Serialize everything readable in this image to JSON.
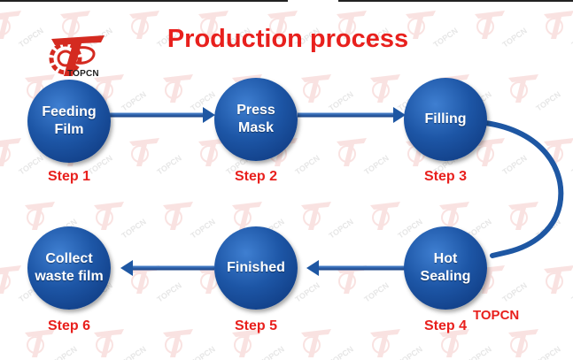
{
  "title": "Production process",
  "logo": {
    "text": "TOPCN"
  },
  "watermark": {
    "text": "TOPCN"
  },
  "steps": [
    {
      "label": "Feeding\nFilm",
      "caption": "Step 1"
    },
    {
      "label": "Press\nMask",
      "caption": "Step 2"
    },
    {
      "label": "Filling",
      "caption": "Step 3"
    },
    {
      "label": "Hot\nSealing",
      "caption": "Step 4"
    },
    {
      "label": "Finished",
      "caption": "Step 5"
    },
    {
      "label": "Collect\nwaste film",
      "caption": "Step 6"
    }
  ],
  "brand_label": "TOPCN",
  "colors": {
    "accent_red": "#e8201d",
    "circle_blue": "#1d56a6",
    "arrow_blue": "#1e57a3"
  }
}
